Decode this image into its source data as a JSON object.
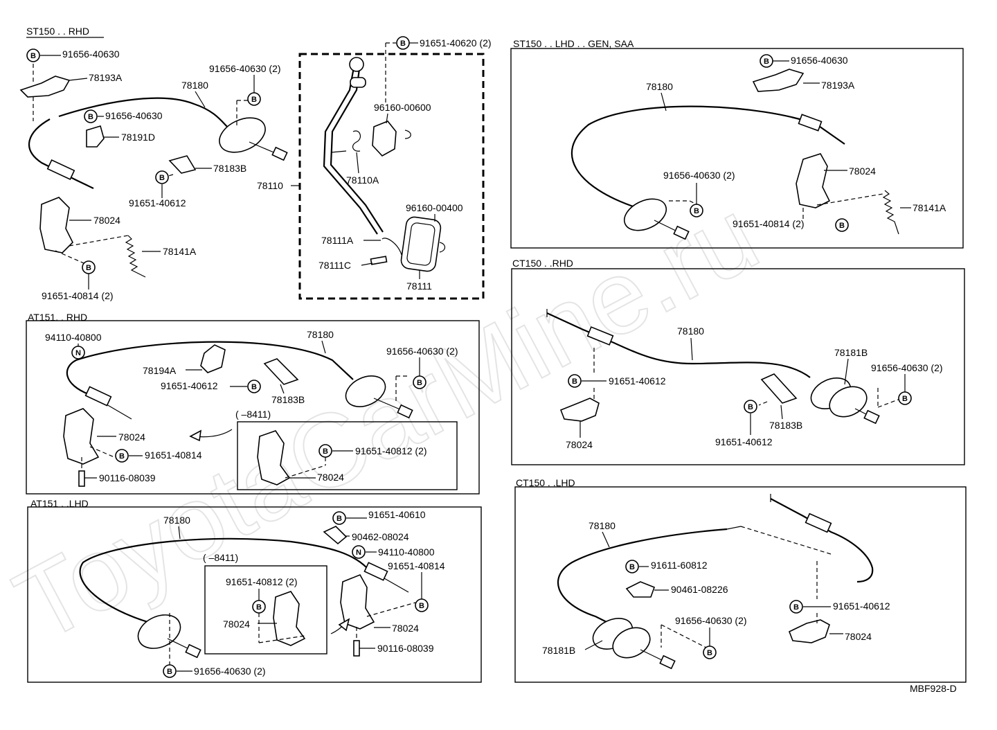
{
  "watermark": "ToyotaCarMine.ru",
  "diagram_code": "MBF928-D",
  "bolt_symbol": "B",
  "nut_symbol": "N",
  "sections": {
    "st150_rhd": {
      "title": "ST150 . . RHD",
      "labels": [
        "91656-40630",
        "78193A",
        "78180",
        "91656-40630 (2)",
        "91656-40630",
        "78191D",
        "78183B",
        "91651-40612",
        "78024",
        "78141A",
        "91651-40814 (2)"
      ]
    },
    "center": {
      "labels": [
        "91651-40620 (2)",
        "96160-00600",
        "78110",
        "78110A",
        "96160-00400",
        "78111A",
        "78111C",
        "78111"
      ]
    },
    "st150_lhd": {
      "title": "ST150 . . LHD . . GEN, SAA",
      "labels": [
        "91656-40630",
        "78193A",
        "78180",
        "78024",
        "91656-40630 (2)",
        "78141A",
        "91651-40814 (2)"
      ]
    },
    "at151_rhd": {
      "title": "AT151. . RHD",
      "labels": [
        "94110-40800",
        "78180",
        "78194A",
        "91656-40630 (2)",
        "91651-40612",
        "78183B",
        "78024",
        "91651-40814",
        "90116-08039"
      ],
      "inset": {
        "range": "(      –8411)",
        "labels": [
          "91651-40812 (2)",
          "78024"
        ]
      }
    },
    "ct150_rhd": {
      "title": "CT150 . .RHD",
      "labels": [
        "78180",
        "78181B",
        "91656-40630 (2)",
        "91651-40612",
        "78024",
        "78183B",
        "91651-40612"
      ]
    },
    "at151_lhd": {
      "title": "AT151 . .LHD",
      "labels": [
        "78180",
        "91651-40610",
        "90462-08024",
        "94110-40800",
        "91651-40814",
        "78024",
        "90116-08039",
        "91656-40630 (2)"
      ],
      "inset": {
        "range": "(      –8411)",
        "labels": [
          "91651-40812 (2)",
          "78024"
        ]
      }
    },
    "ct150_lhd": {
      "title": "CT150 . .LHD",
      "labels": [
        "78180",
        "91611-60812",
        "90461-08226",
        "91656-40630 (2)",
        "91651-40612",
        "78024",
        "78181B"
      ]
    }
  }
}
